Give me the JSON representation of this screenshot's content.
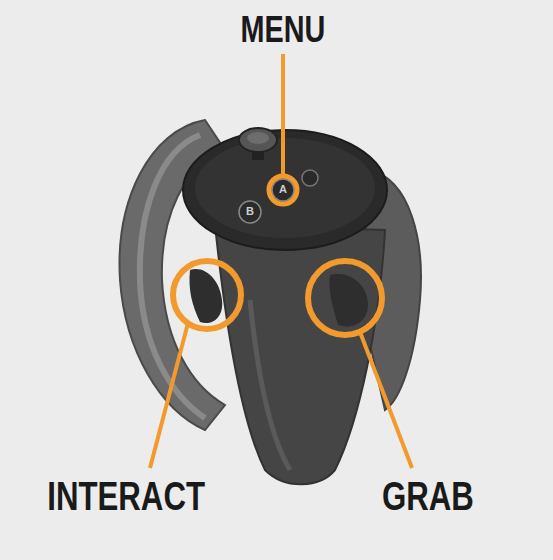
{
  "diagram": {
    "labels": [
      "MENU",
      "A",
      "B",
      "INTERACT",
      "GRAB"
    ]
  }
}
